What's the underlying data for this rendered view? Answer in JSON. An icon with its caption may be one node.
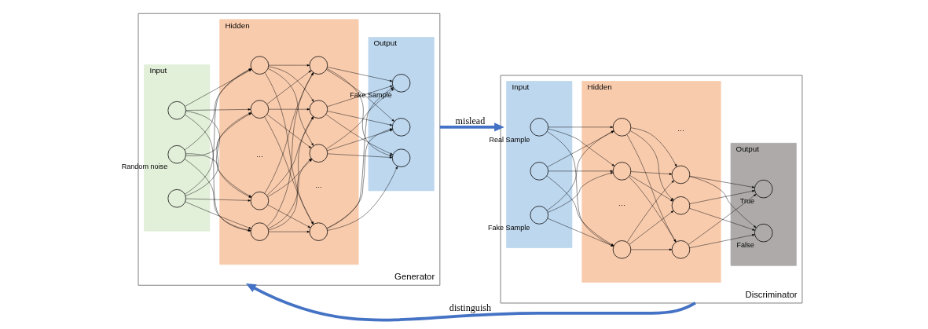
{
  "diagram": {
    "nodes": [
      {
        "text": [
          "Generator"
        ]
      },
      {
        "text": [
          "Input"
        ],
        "in": 0
      },
      {
        "text": [],
        "shape": "circle",
        "in": 1
      },
      {
        "text": [],
        "shape": "circle",
        "in": 1,
        "beside": [
          "Random noise"
        ]
      },
      {
        "text": [],
        "shape": "circle",
        "in": 1
      },
      {
        "text": [
          "Hidden"
        ],
        "in": 0
      },
      {
        "text": [],
        "shape": "circle",
        "in": 5
      },
      {
        "text": [],
        "shape": "circle",
        "in": 5
      },
      {
        "text": [],
        "shape": "circle",
        "in": 5
      },
      {
        "text": [],
        "shape": "circle",
        "in": 5
      },
      {
        "text": [],
        "shape": "circle",
        "in": 5
      },
      {
        "text": [],
        "shape": "circle",
        "in": 5
      },
      {
        "text": [],
        "shape": "circle",
        "in": 5
      },
      {
        "text": [],
        "shape": "circle",
        "in": 5
      },
      {
        "text": [
          "Output"
        ],
        "in": 0
      },
      {
        "text": [],
        "shape": "circle",
        "in": 14
      },
      {
        "text": [],
        "shape": "circle",
        "in": 14,
        "beside": [
          "Fake Sample"
        ]
      },
      {
        "text": [],
        "shape": "circle",
        "in": 14
      },
      {
        "text": [
          "Discriminator"
        ]
      },
      {
        "text": [
          "Input"
        ],
        "in": 18
      },
      {
        "text": [],
        "shape": "circle",
        "in": 19,
        "beside": [
          "Real Sample"
        ]
      },
      {
        "text": [],
        "shape": "circle",
        "in": 19
      },
      {
        "text": [],
        "shape": "circle",
        "in": 19,
        "beside": [
          "Fake Sample"
        ]
      },
      {
        "text": [
          "Hidden"
        ],
        "in": 18
      },
      {
        "text": [],
        "shape": "circle",
        "in": 23
      },
      {
        "text": [],
        "shape": "circle",
        "in": 23
      },
      {
        "text": [],
        "shape": "circle",
        "in": 23
      },
      {
        "text": [],
        "shape": "circle",
        "in": 23
      },
      {
        "text": [],
        "shape": "circle",
        "in": 23
      },
      {
        "text": [],
        "shape": "circle",
        "in": 23
      },
      {
        "text": [
          "Output"
        ],
        "in": 18
      },
      {
        "text": [],
        "shape": "circle",
        "in": 30,
        "beside": [
          "True"
        ]
      },
      {
        "text": [],
        "shape": "circle",
        "in": 30,
        "beside": [
          "False"
        ]
      }
    ],
    "edges": [
      {
        "from": 0,
        "to": 18,
        "arrow": "to",
        "label": "mislead",
        "style": "thick",
        "color": "#4472c4"
      },
      {
        "from": 2,
        "to": 6,
        "arrow": "to"
      },
      {
        "from": 2,
        "to": 7,
        "arrow": "to"
      },
      {
        "from": 2,
        "to": 8,
        "arrow": "to"
      },
      {
        "from": 2,
        "to": 9,
        "arrow": "to"
      },
      {
        "from": 3,
        "to": 6,
        "arrow": "to"
      },
      {
        "from": 3,
        "to": 7,
        "arrow": "to"
      },
      {
        "from": 3,
        "to": 8,
        "arrow": "to"
      },
      {
        "from": 3,
        "to": 9,
        "arrow": "to"
      },
      {
        "from": 4,
        "to": 6,
        "arrow": "to"
      },
      {
        "from": 4,
        "to": 7,
        "arrow": "to"
      },
      {
        "from": 4,
        "to": 8,
        "arrow": "to"
      },
      {
        "from": 4,
        "to": 9,
        "arrow": "to"
      },
      {
        "from": 6,
        "to": 10,
        "arrow": "to"
      },
      {
        "from": 6,
        "to": 11,
        "arrow": "to"
      },
      {
        "from": 6,
        "to": 12,
        "arrow": "to"
      },
      {
        "from": 6,
        "to": 13,
        "arrow": "to"
      },
      {
        "from": 7,
        "to": 10,
        "arrow": "to"
      },
      {
        "from": 7,
        "to": 11,
        "arrow": "to"
      },
      {
        "from": 7,
        "to": 12,
        "arrow": "to"
      },
      {
        "from": 7,
        "to": 13,
        "arrow": "to"
      },
      {
        "from": 8,
        "to": 10,
        "arrow": "to"
      },
      {
        "from": 8,
        "to": 11,
        "arrow": "to"
      },
      {
        "from": 8,
        "to": 12,
        "arrow": "to"
      },
      {
        "from": 8,
        "to": 13,
        "arrow": "to"
      },
      {
        "from": 9,
        "to": 10,
        "arrow": "to"
      },
      {
        "from": 9,
        "to": 11,
        "arrow": "to"
      },
      {
        "from": 9,
        "to": 12,
        "arrow": "to"
      },
      {
        "from": 9,
        "to": 13,
        "arrow": "to"
      },
      {
        "from": 10,
        "to": 15,
        "arrow": "to"
      },
      {
        "from": 10,
        "to": 16,
        "arrow": "to"
      },
      {
        "from": 10,
        "to": 17,
        "arrow": "to"
      },
      {
        "from": 11,
        "to": 15,
        "arrow": "to"
      },
      {
        "from": 11,
        "to": 16,
        "arrow": "to"
      },
      {
        "from": 11,
        "to": 17,
        "arrow": "to"
      },
      {
        "from": 12,
        "to": 15,
        "arrow": "to"
      },
      {
        "from": 12,
        "to": 16,
        "arrow": "to"
      },
      {
        "from": 12,
        "to": 17,
        "arrow": "to"
      },
      {
        "from": 13,
        "to": 15,
        "arrow": "to"
      },
      {
        "from": 13,
        "to": 16,
        "arrow": "to"
      },
      {
        "from": 13,
        "to": 17,
        "arrow": "to"
      },
      {
        "from": 20,
        "to": 24,
        "arrow": "to"
      },
      {
        "from": 20,
        "to": 25,
        "arrow": "to"
      },
      {
        "from": 20,
        "to": 26,
        "arrow": "to"
      },
      {
        "from": 21,
        "to": 24,
        "arrow": "to"
      },
      {
        "from": 21,
        "to": 25,
        "arrow": "to"
      },
      {
        "from": 21,
        "to": 26,
        "arrow": "to"
      },
      {
        "from": 22,
        "to": 24,
        "arrow": "to"
      },
      {
        "from": 22,
        "to": 25,
        "arrow": "to"
      },
      {
        "from": 22,
        "to": 26,
        "arrow": "to"
      },
      {
        "from": 24,
        "to": 27,
        "arrow": "to"
      },
      {
        "from": 24,
        "to": 28,
        "arrow": "to"
      },
      {
        "from": 24,
        "to": 29,
        "arrow": "to"
      },
      {
        "from": 25,
        "to": 27,
        "arrow": "to"
      },
      {
        "from": 25,
        "to": 28,
        "arrow": "to"
      },
      {
        "from": 25,
        "to": 29,
        "arrow": "to"
      },
      {
        "from": 26,
        "to": 27,
        "arrow": "to"
      },
      {
        "from": 26,
        "to": 28,
        "arrow": "to"
      },
      {
        "from": 26,
        "to": 29,
        "arrow": "to"
      },
      {
        "from": 27,
        "to": 31,
        "arrow": "to"
      },
      {
        "from": 27,
        "to": 32,
        "arrow": "to"
      },
      {
        "from": 28,
        "to": 31,
        "arrow": "to"
      },
      {
        "from": 28,
        "to": 32,
        "arrow": "to"
      },
      {
        "from": 29,
        "to": 31,
        "arrow": "to"
      },
      {
        "from": 29,
        "to": 32,
        "arrow": "to"
      },
      {
        "from": 18,
        "to": 0,
        "arrow": "to",
        "label": "distinguish",
        "style": "thick",
        "color": "#4472c4"
      }
    ],
    "labels": [
      "…",
      "…",
      "…",
      "…"
    ]
  }
}
